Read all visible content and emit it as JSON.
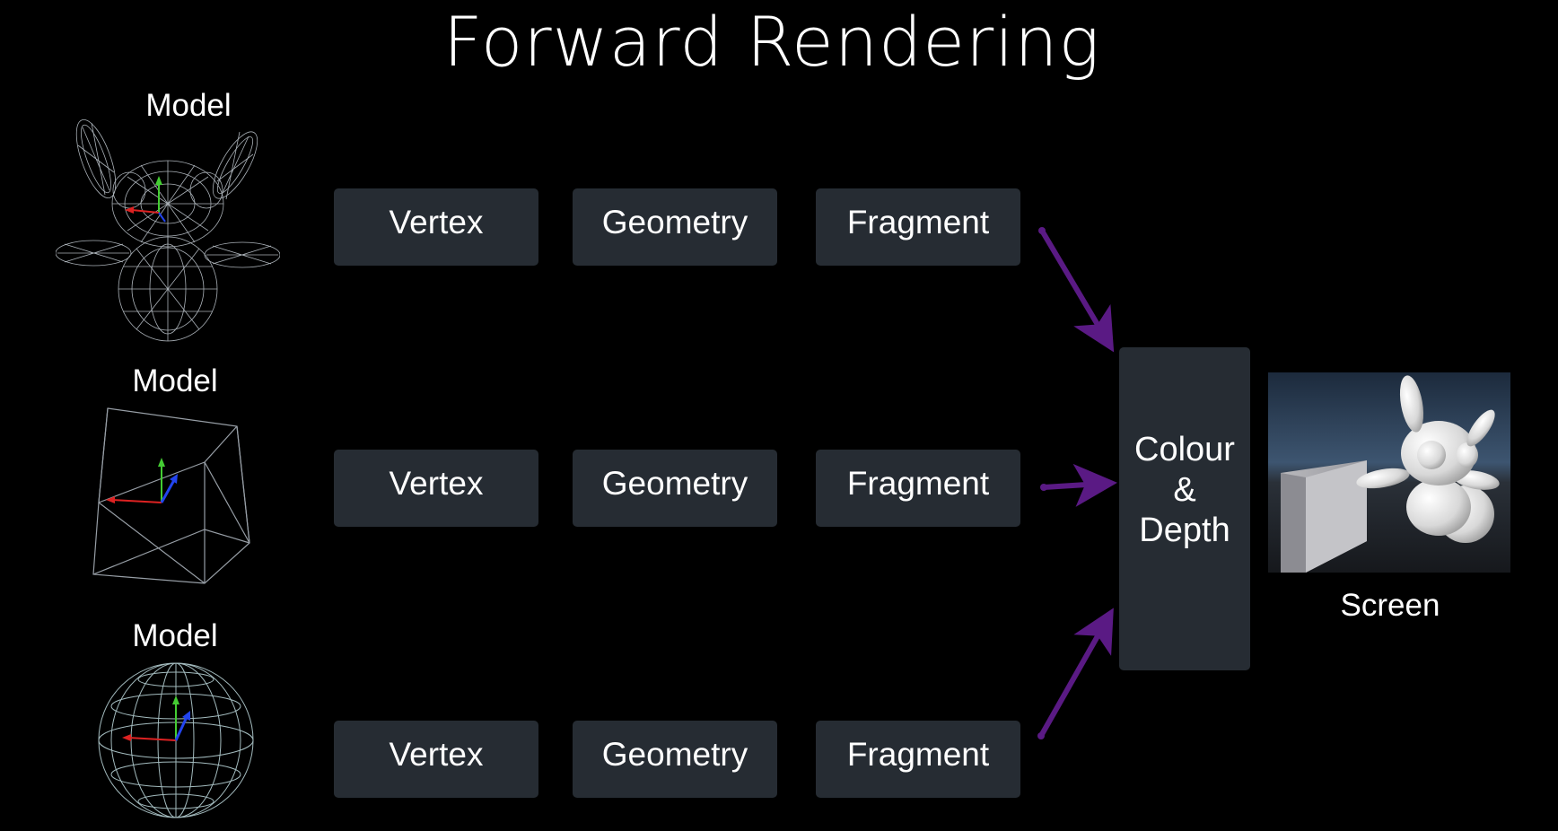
{
  "title": "Forward Rendering",
  "models": [
    {
      "label": "Model",
      "icon": "bunny-wireframe-icon"
    },
    {
      "label": "Model",
      "icon": "cube-wireframe-icon"
    },
    {
      "label": "Model",
      "icon": "sphere-wireframe-icon"
    }
  ],
  "pipelines": [
    {
      "vertex": "Vertex",
      "geometry": "Geometry",
      "fragment": "Fragment"
    },
    {
      "vertex": "Vertex",
      "geometry": "Geometry",
      "fragment": "Fragment"
    },
    {
      "vertex": "Vertex",
      "geometry": "Geometry",
      "fragment": "Fragment"
    }
  ],
  "merge": {
    "line1": "Colour",
    "line2": "&",
    "line3": "Depth"
  },
  "screen": {
    "label": "Screen",
    "image": "rendered-scene-image"
  },
  "colors": {
    "background": "#000000",
    "box": "#262c33",
    "arrow": "#5a1a84",
    "text": "#ffffff"
  }
}
